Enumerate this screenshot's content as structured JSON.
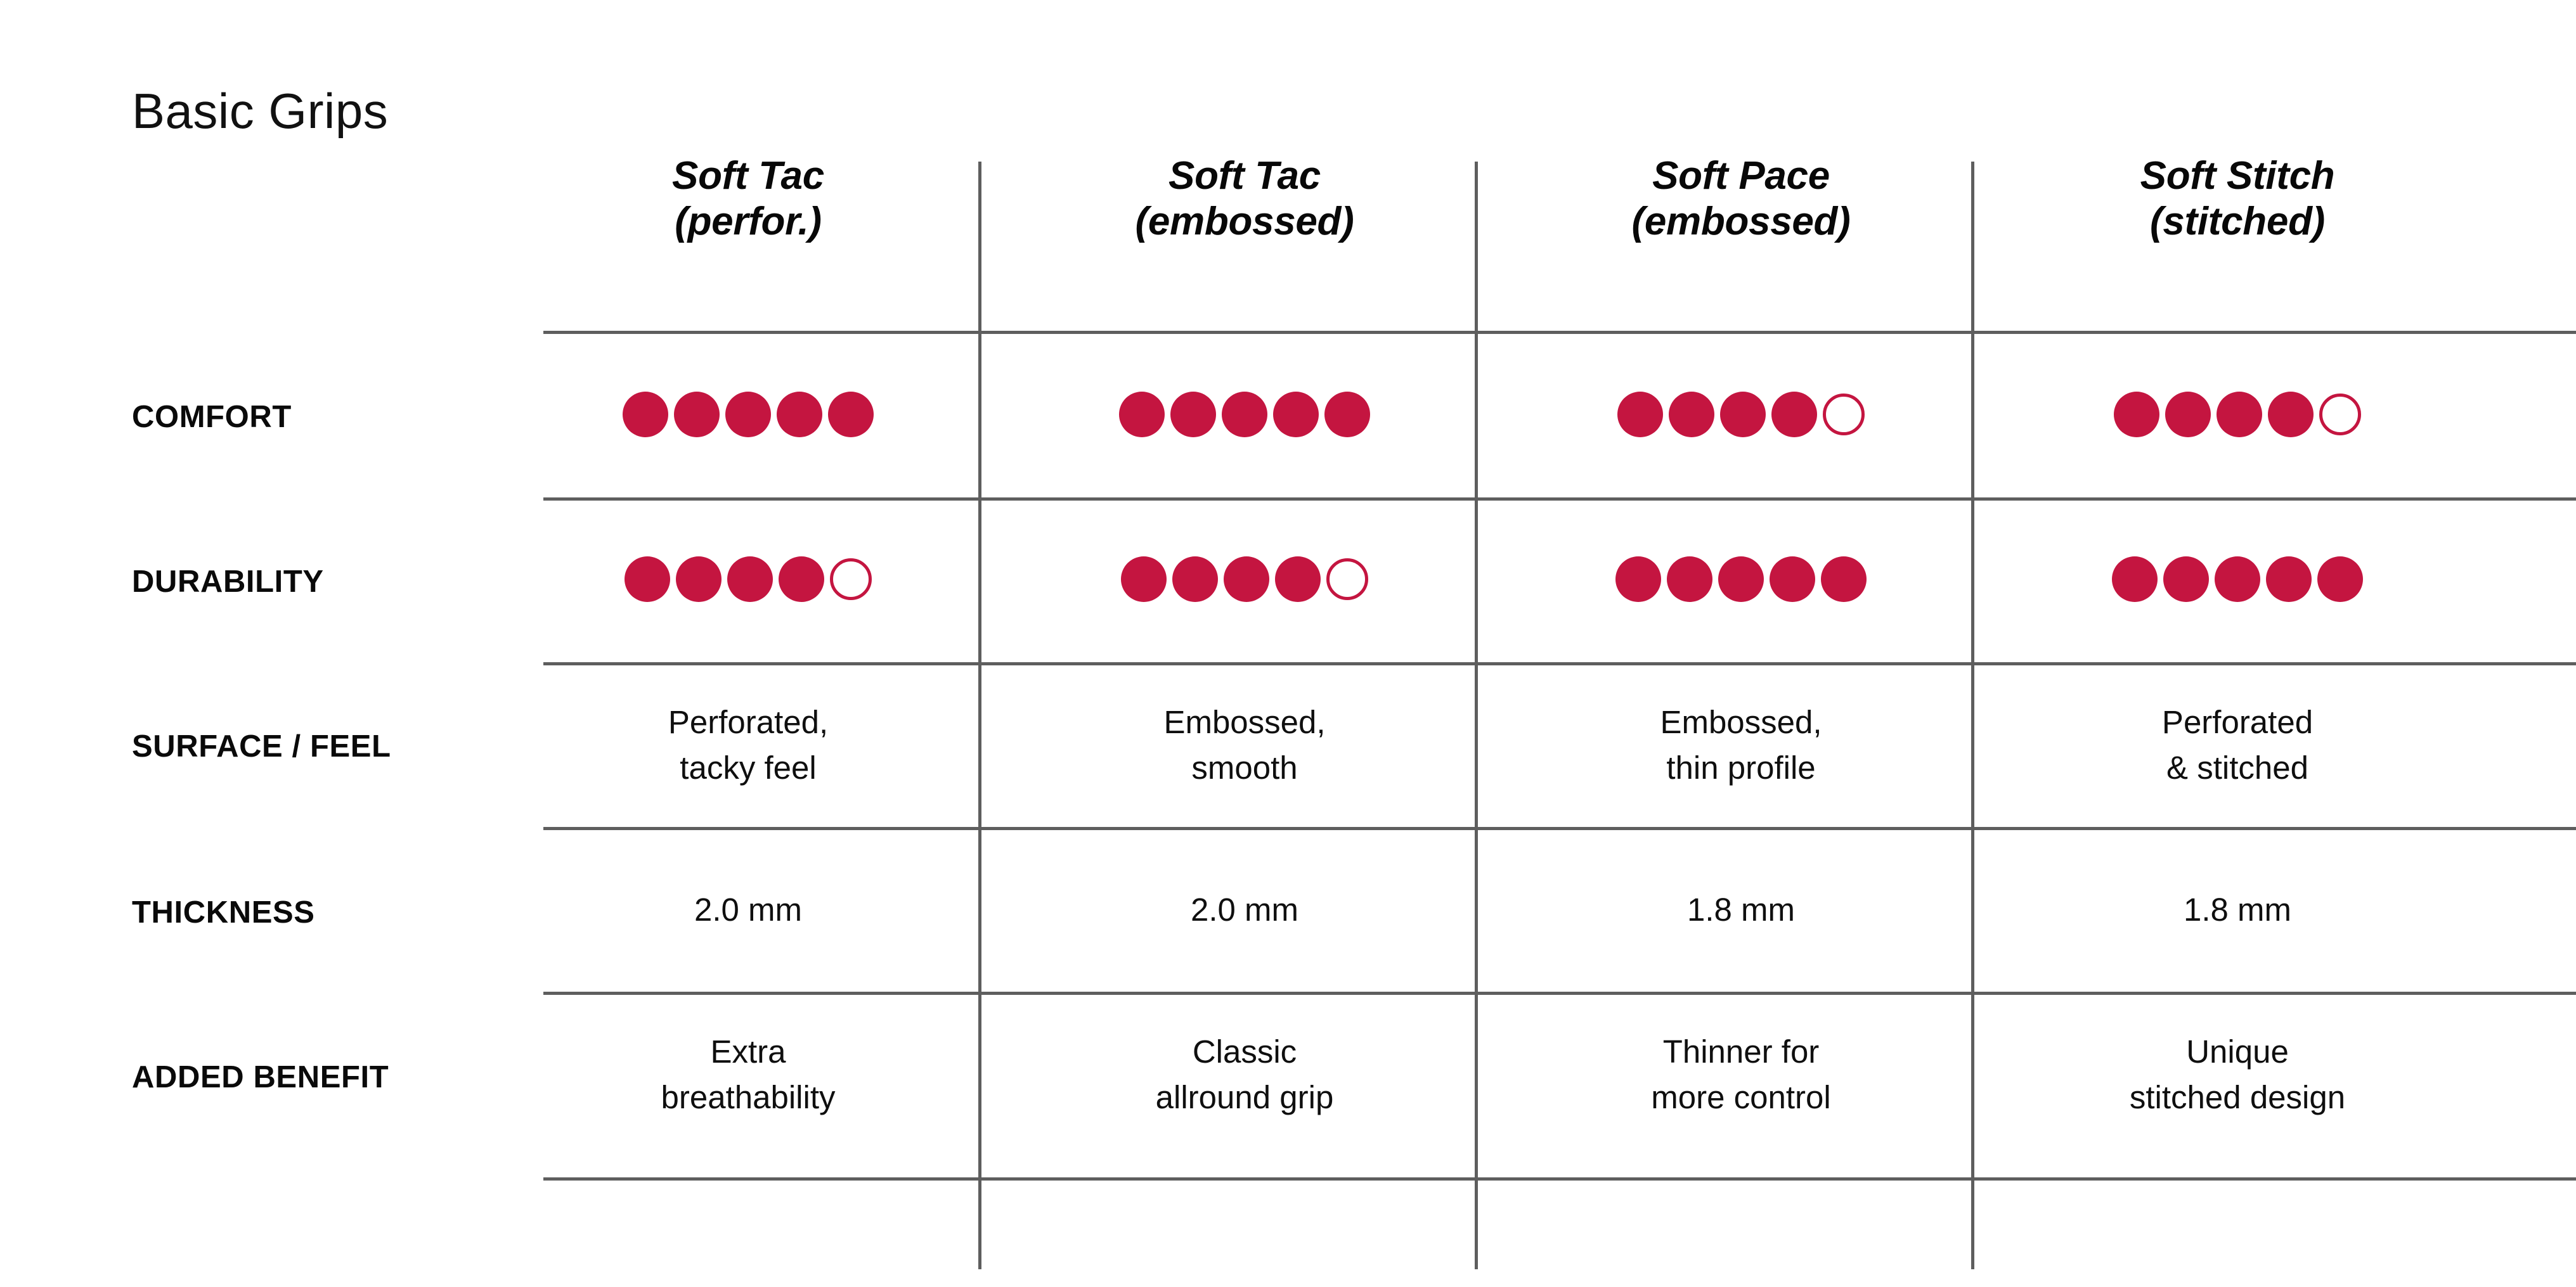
{
  "title": "Basic Grips",
  "colors": {
    "accent": "#c41540",
    "rule": "#5e5e5e",
    "text": "#0f0f0f"
  },
  "table": {
    "columns": [
      {
        "name": "Soft Tac",
        "variant": "(perfor.)"
      },
      {
        "name": "Soft Tac",
        "variant": "(embossed)"
      },
      {
        "name": "Soft Pace",
        "variant": "(embossed)"
      },
      {
        "name": "Soft Stitch",
        "variant": "(stitched)"
      }
    ],
    "rows": [
      {
        "label": "COMFORT",
        "type": "rating",
        "max": 5,
        "values": [
          5,
          5,
          4,
          4
        ]
      },
      {
        "label": "DURABILITY",
        "type": "rating",
        "max": 5,
        "values": [
          4,
          4,
          5,
          5
        ]
      },
      {
        "label": "SURFACE / FEEL",
        "type": "text",
        "values": [
          "Perforated,\ntacky feel",
          "Embossed,\nsmooth",
          "Embossed,\nthin profile",
          "Perforated\n& stitched"
        ]
      },
      {
        "label": "THICKNESS",
        "type": "text",
        "values": [
          "2.0 mm",
          "2.0 mm",
          "1.8 mm",
          "1.8 mm"
        ]
      },
      {
        "label": "ADDED BENEFIT",
        "type": "text",
        "values": [
          "Extra\nbreathability",
          "Classic\nallround grip",
          "Thinner for\nmore control",
          "Unique\nstitched design"
        ]
      }
    ]
  }
}
